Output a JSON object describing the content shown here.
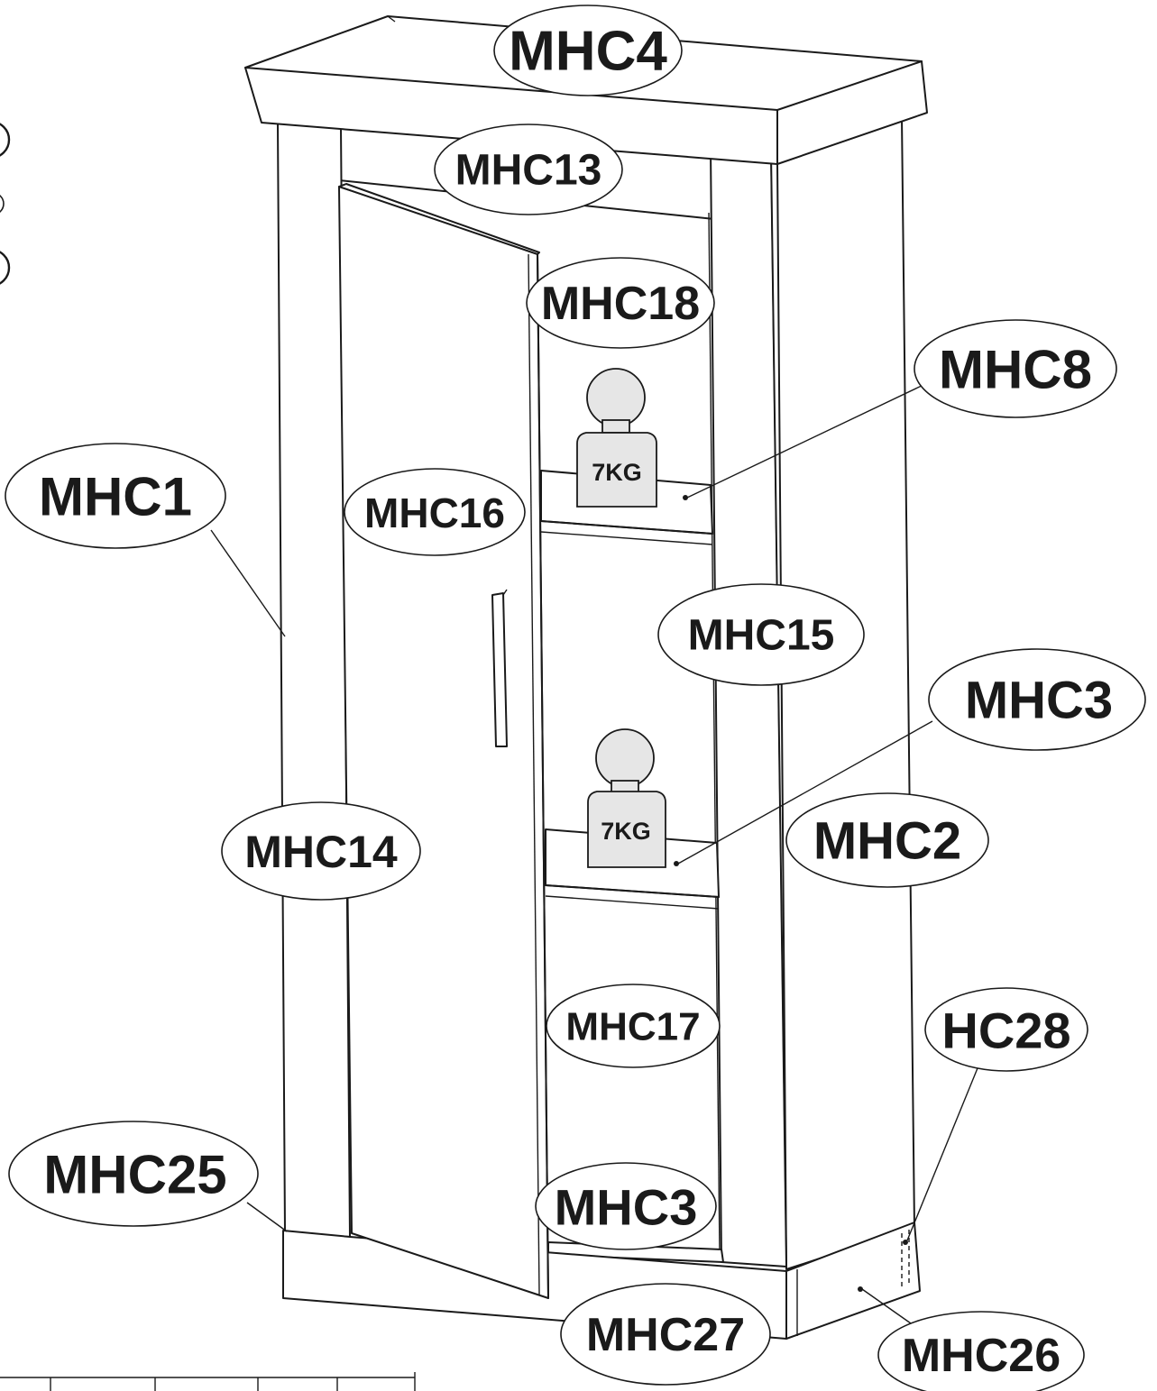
{
  "labels": {
    "mhc4": "MHC4",
    "mhc13": "MHC13",
    "mhc18": "MHC18",
    "mhc8": "MHC8",
    "mhc1": "MHC1",
    "mhc16": "MHC16",
    "mhc15": "MHC15",
    "mhc3_right": "MHC3",
    "mhc14": "MHC14",
    "mhc2": "MHC2",
    "mhc17": "MHC17",
    "hc28": "HC28",
    "mhc25": "MHC25",
    "mhc3_bottom": "MHC3",
    "mhc27": "MHC27",
    "mhc26": "MHC26"
  },
  "weights": {
    "upper": "7KG",
    "lower": "7KG"
  }
}
